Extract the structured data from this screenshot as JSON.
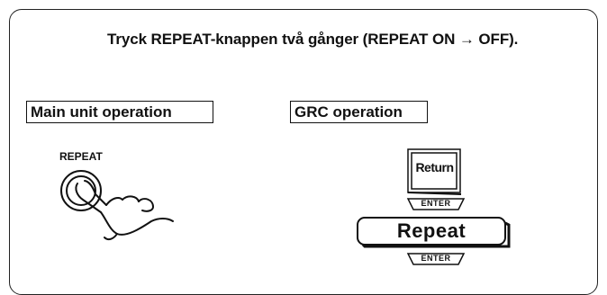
{
  "instruction": {
    "text": "Tryck REPEAT-knappen två gånger (REPEAT ON → OFF)."
  },
  "main_unit": {
    "label": "Main unit operation",
    "button_label": "REPEAT"
  },
  "grc": {
    "label": "GRC operation",
    "return_key_label": "Return",
    "enter_tag_1": "ENTER",
    "repeat_key_label": "Repeat",
    "enter_tag_2": "ENTER"
  },
  "icons": {
    "hand": "hand-pressing-button-icon"
  }
}
